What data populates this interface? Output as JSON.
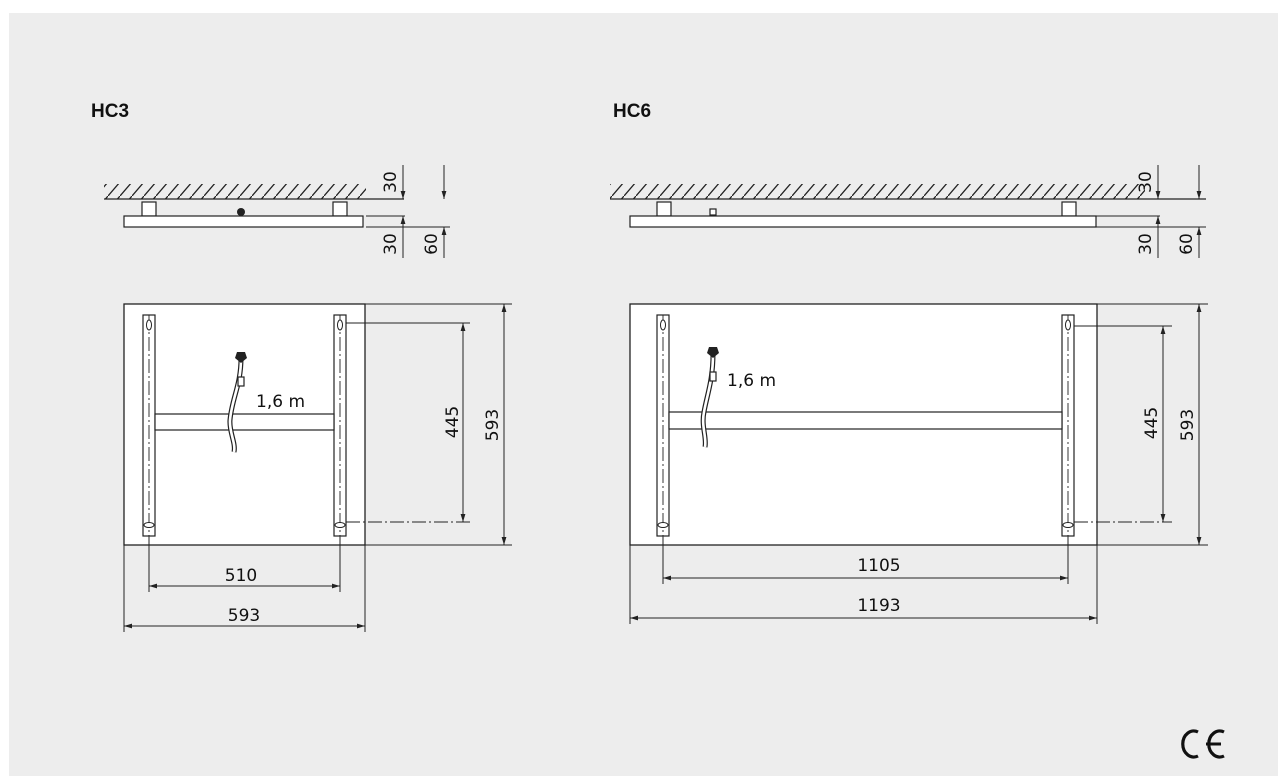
{
  "models": {
    "left": {
      "title": "HC3",
      "side_view": {
        "gap_top": "30",
        "gap_bottom": "30",
        "total": "60"
      },
      "front_view": {
        "cable": "1,6 m",
        "rail_spacing_vertical": "445",
        "height": "593",
        "rail_spacing_horizontal": "510",
        "width": "593"
      }
    },
    "right": {
      "title": "HC6",
      "side_view": {
        "gap_top": "30",
        "gap_bottom": "30",
        "total": "60"
      },
      "front_view": {
        "cable": "1,6 m",
        "rail_spacing_vertical": "445",
        "height": "593",
        "rail_spacing_horizontal": "1105",
        "width": "1193"
      }
    }
  },
  "ce_mark": "CE",
  "colors": {
    "background": "#ededed",
    "line": "#222222",
    "panel": "#ffffff"
  }
}
